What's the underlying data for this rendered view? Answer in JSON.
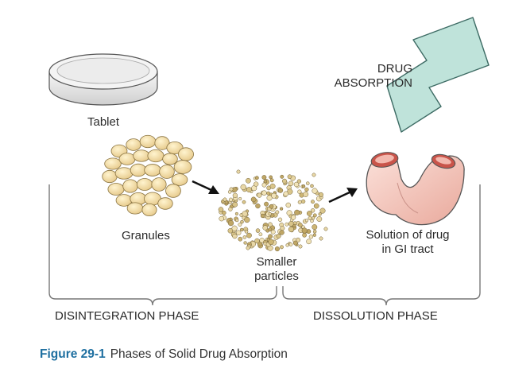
{
  "labels": {
    "tablet": "Tablet",
    "granules": "Granules",
    "smaller_particles_1": "Smaller",
    "smaller_particles_2": "particles",
    "solution_1": "Solution of drug",
    "solution_2": "in GI tract",
    "absorption_1": "DRUG",
    "absorption_2": "ABSORPTION",
    "phase_left": "DISINTEGRATION PHASE",
    "phase_right": "DISSOLUTION PHASE"
  },
  "caption": {
    "number": "Figure 29-1",
    "text": "Phases of Solid Drug Absorption"
  },
  "colors": {
    "caption_number": "#1e6fa0",
    "arrow_fill": "#bfe3da",
    "granule_fill": "#f2dfa8",
    "stomach_fill": "#f4c6bd"
  }
}
